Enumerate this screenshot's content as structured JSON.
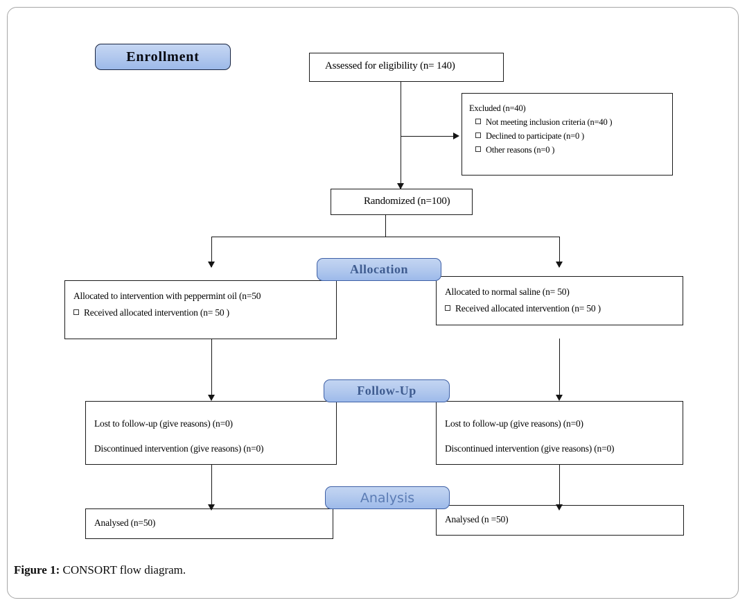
{
  "figure": {
    "caption_label": "Figure 1:",
    "caption_text": " CONSORT flow diagram."
  },
  "banners": {
    "enrollment": "Enrollment",
    "allocation": "Allocation",
    "followup": "Follow-Up",
    "analysis": "Analysis"
  },
  "colors": {
    "banner_fill_top": "#c3d5f2",
    "banner_fill_bottom": "#9dbaea",
    "banner_border": "#3d5fa5",
    "banner_text_blue": "#3f5c90",
    "banner_text_black": "#06080f",
    "box_border": "#1a1a1a",
    "connector": "#151515",
    "frame_border": "#a6a6a6"
  },
  "nodes": {
    "assessed": {
      "text": "Assessed for eligibility (n= 140)"
    },
    "excluded": {
      "heading": "Excluded (n=40)",
      "items": [
        "Not meeting inclusion criteria (n=40 )",
        "Declined to participate (n=0 )",
        "Other reasons (n=0 )"
      ]
    },
    "randomized": {
      "text": "Randomized (n=100)"
    },
    "allocated_left": {
      "heading": "Allocated to intervention with peppermint oil (n=50",
      "items": [
        "Received allocated intervention (n= 50 )"
      ]
    },
    "allocated_right": {
      "heading": "Allocated to normal saline (n= 50)",
      "items": [
        "Received allocated intervention (n= 50 )"
      ]
    },
    "followup_left": {
      "line1": "Lost to follow-up (give reasons) (n=0)",
      "line2": "Discontinued intervention (give reasons) (n=0)"
    },
    "followup_right": {
      "line1": "Lost to follow-up (give reasons) (n=0)",
      "line2": "Discontinued intervention (give reasons) (n=0)"
    },
    "analysed_left": {
      "text": "Analysed (n=50)"
    },
    "analysed_right": {
      "text": "Analysed (n =50)"
    }
  },
  "chart_data": {
    "type": "diagram",
    "title": "CONSORT flow diagram",
    "stages": [
      "Enrollment",
      "Allocation",
      "Follow-Up",
      "Analysis"
    ],
    "flow": [
      {
        "stage": "Enrollment",
        "node": "Assessed for eligibility",
        "n": 140
      },
      {
        "stage": "Enrollment",
        "node": "Excluded",
        "n": 40,
        "reasons": [
          {
            "label": "Not meeting inclusion criteria",
            "n": 40
          },
          {
            "label": "Declined to participate",
            "n": 0
          },
          {
            "label": "Other reasons",
            "n": 0
          }
        ]
      },
      {
        "stage": "Enrollment",
        "node": "Randomized",
        "n": 100
      },
      {
        "stage": "Allocation",
        "arm": "peppermint oil",
        "allocated": 50,
        "received": 50
      },
      {
        "stage": "Allocation",
        "arm": "normal saline",
        "allocated": 50,
        "received": 50
      },
      {
        "stage": "Follow-Up",
        "arm": "peppermint oil",
        "lost": 0,
        "discontinued": 0
      },
      {
        "stage": "Follow-Up",
        "arm": "normal saline",
        "lost": 0,
        "discontinued": 0
      },
      {
        "stage": "Analysis",
        "arm": "peppermint oil",
        "analysed": 50
      },
      {
        "stage": "Analysis",
        "arm": "normal saline",
        "analysed": 50
      }
    ]
  }
}
